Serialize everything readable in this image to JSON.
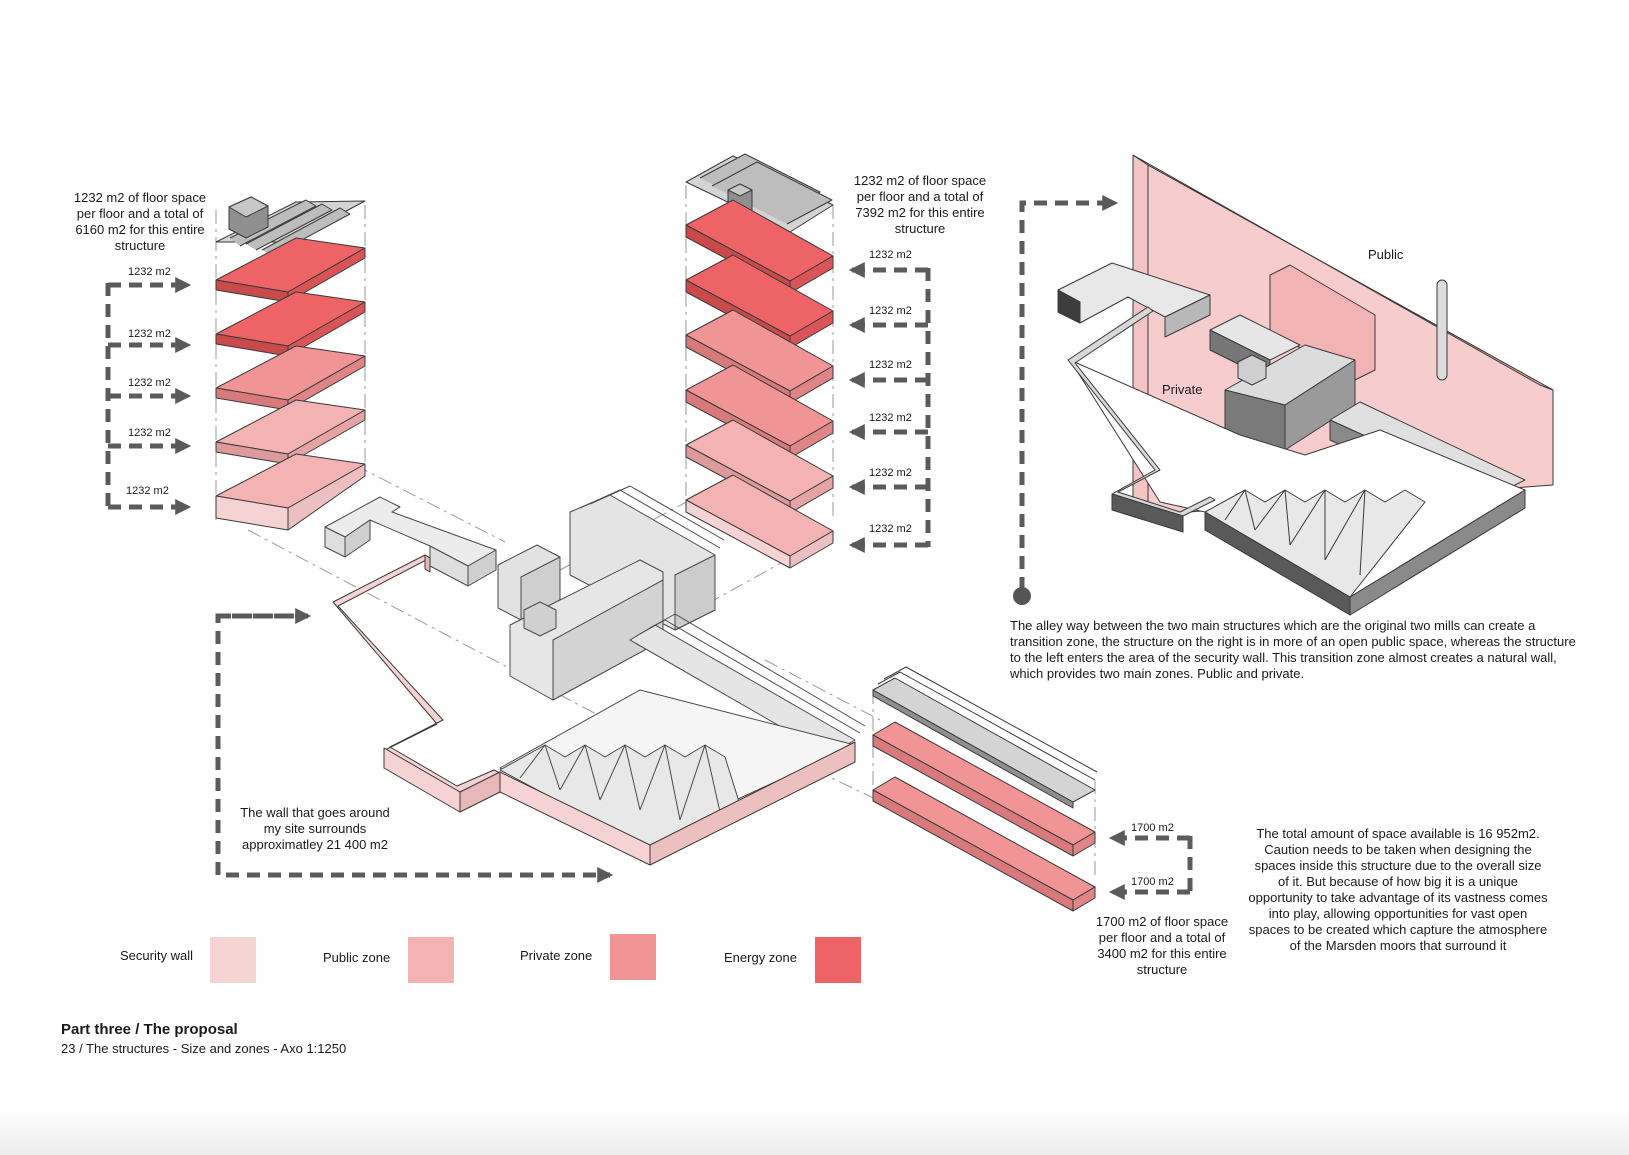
{
  "annotations": {
    "left_tower": "1232 m2 of floor space per floor and a total of 6160 m2 for this entire structure",
    "right_tower": "1232 m2 of floor space per floor and a total of 7392 m2 for this entire structure",
    "long_block": "1700 m2 of floor space per floor and a total of 3400 m2 for this entire structure",
    "wall": "The wall that goes around my site surrounds approximatley 21 400 m2",
    "alley": "The alley way between the two main structures which are the original two mills can create a transition zone, the structure on the right is in more of an open public space, whereas the structure to the left enters the area of the security wall. This transition zone almost creates a natural wall, which provides two main zones. Public and private.",
    "total": "The total amount of space available is 16 952m2. Caution needs to be taken when designing the spaces inside this structure due to the overall size of it. But because of how big it is a unique opportunity to take advantage of its vastness comes into play, allowing opportunities for vast open spaces to be created which capture the atmosphere of the Marsden moors that surround it"
  },
  "inset_labels": {
    "public": "Public",
    "private": "Private"
  },
  "floor_labels": {
    "left": [
      "1232 m2",
      "1232 m2",
      "1232 m2",
      "1232 m2",
      "1232 m2"
    ],
    "right": [
      "1232 m2",
      "1232 m2",
      "1232 m2",
      "1232 m2",
      "1232 m2",
      "1232 m2"
    ],
    "long": [
      "1700 m2",
      "1700 m2"
    ]
  },
  "legend": [
    {
      "label": "Security wall",
      "color": "#f5d3d3"
    },
    {
      "label": "Public zone",
      "color": "#f4b3b3"
    },
    {
      "label": "Private zone",
      "color": "#f19495"
    },
    {
      "label": "Energy zone",
      "color": "#ee6466"
    }
  ],
  "footer": {
    "title": "Part three / The proposal",
    "subtitle": "23 / The structures - Size and zones - Axo 1:1250"
  }
}
